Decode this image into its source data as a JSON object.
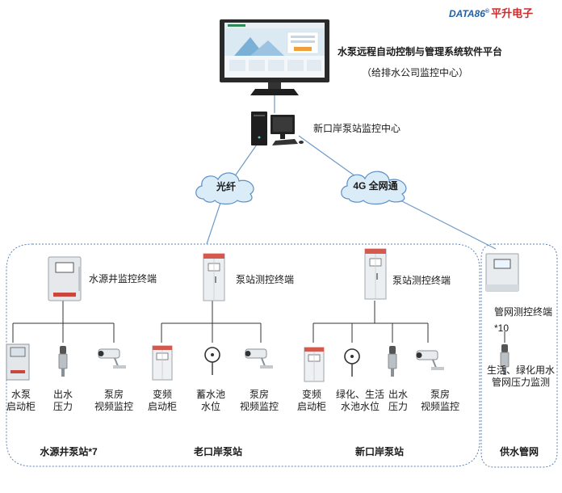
{
  "brand": {
    "logo": "DATA86",
    "mark": "®",
    "name": "平升电子"
  },
  "platform": {
    "title": "水泵远程自动控制与管理系统软件平台",
    "subtitle": "（给排水公司监控中心）"
  },
  "center": {
    "label": "新口岸泵站监控中心"
  },
  "links": {
    "fiber": "光纤",
    "network_4g": "4G 全网通"
  },
  "stations": [
    {
      "name": "水源井泵站*7",
      "terminal": "水源井监控终端",
      "devices": [
        {
          "label": "水泵\n启动柜",
          "icon": "control-cabinet-icon"
        },
        {
          "label": "出水\n压力",
          "icon": "pressure-sensor-icon"
        },
        {
          "label": "泵房\n视频监控",
          "icon": "camera-icon"
        }
      ]
    },
    {
      "name": "老口岸泵站",
      "terminal": "泵站测控终端",
      "devices": [
        {
          "label": "变频\n启动柜",
          "icon": "vfd-cabinet-icon"
        },
        {
          "label": "蓄水池\n水位",
          "icon": "level-sensor-icon"
        },
        {
          "label": "泵房\n视频监控",
          "icon": "camera-icon"
        }
      ]
    },
    {
      "name": "新口岸泵站",
      "terminal": "泵站测控终端",
      "devices": [
        {
          "label": "变频\n启动柜",
          "icon": "vfd-cabinet-icon"
        },
        {
          "label": "绿化、生活\n水池水位",
          "icon": "level-sensor-icon"
        },
        {
          "label": "出水\n压力",
          "icon": "pressure-sensor-icon"
        },
        {
          "label": "泵房\n视频监控",
          "icon": "camera-icon"
        }
      ]
    }
  ],
  "pipe_network": {
    "name": "供水管网",
    "terminal": "管网测控终端",
    "count": "*10",
    "device": {
      "label": "生活、绿化用水\n管网压力监测",
      "icon": "pressure-sensor-icon"
    }
  },
  "colors": {
    "link_line": "#6f99c8",
    "dotted_border": "#5b82b8",
    "tree_line": "#333333",
    "cloud_fill": "#d9ecf8",
    "cloud_stroke": "#5d8ec4"
  }
}
